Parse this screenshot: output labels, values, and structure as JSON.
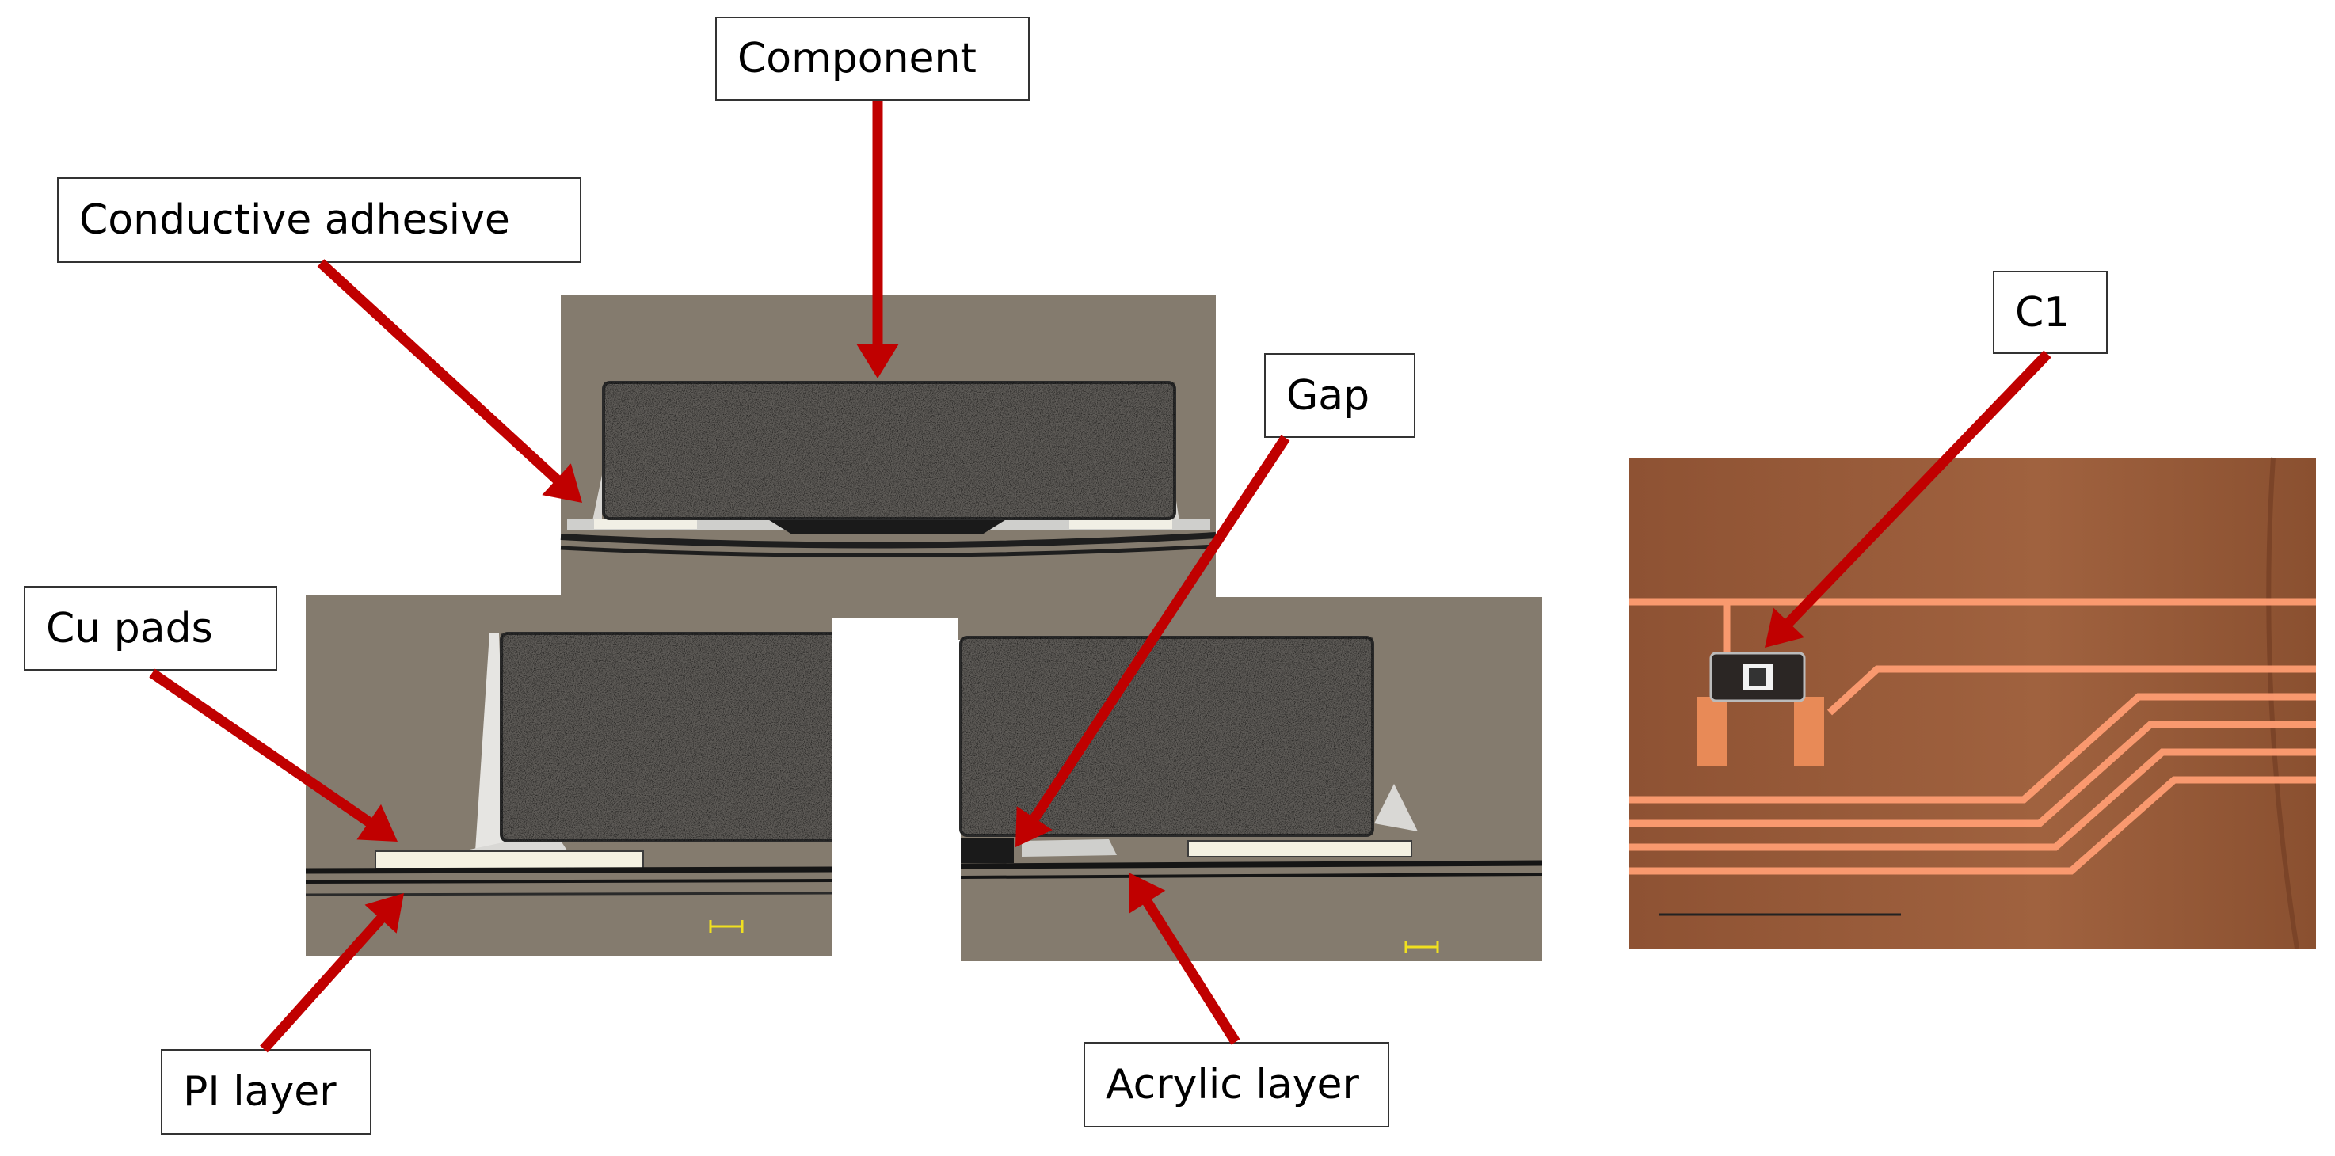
{
  "labels": {
    "component": "Component",
    "conductive_adhesive": "Conductive adhesive",
    "gap": "Gap",
    "c1": "C1",
    "cu_pads": "Cu pads",
    "pi_layer": "PI layer",
    "acrylic_layer": "Acrylic layer"
  },
  "colors": {
    "arrow": "#c00000",
    "photo_background": "#847b6e",
    "ceramic": "#5f5c58",
    "copper": "#e68a5c",
    "board": "#9a5c3a"
  }
}
